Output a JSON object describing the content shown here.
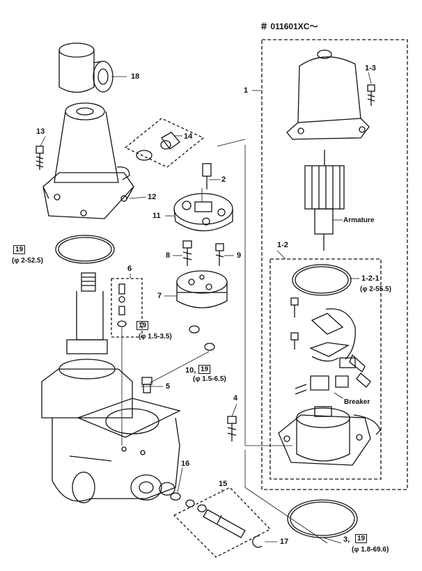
{
  "header": {
    "serial": "＃ 011601XC～"
  },
  "callouts": {
    "c1": "1",
    "c1_3": "1-3",
    "c2": "2",
    "c4": "4",
    "c5": "5",
    "c6": "6",
    "c7": "7",
    "c8": "8",
    "c9": "9",
    "c10": "10,",
    "c11": "11",
    "c12": "12",
    "c13": "13",
    "c14": "14",
    "c15": "15",
    "c16": "16",
    "c17": "17",
    "c18": "18",
    "c1_2": "1-2",
    "c1_2_1": "1-2-1",
    "c3": "3,"
  },
  "boxed": {
    "b19": "19"
  },
  "notes": {
    "phi_52_5": "(φ 2-52.5)",
    "phi_3_5": "(φ 1.5-3.5)",
    "phi_6_5": "(φ 1.5-6.5)",
    "phi_55_5": "(φ 2-55.5)",
    "phi_69_6": "(φ 1.8-69.6)"
  },
  "part_names": {
    "armature": "Armature",
    "breaker": "Breaker"
  }
}
